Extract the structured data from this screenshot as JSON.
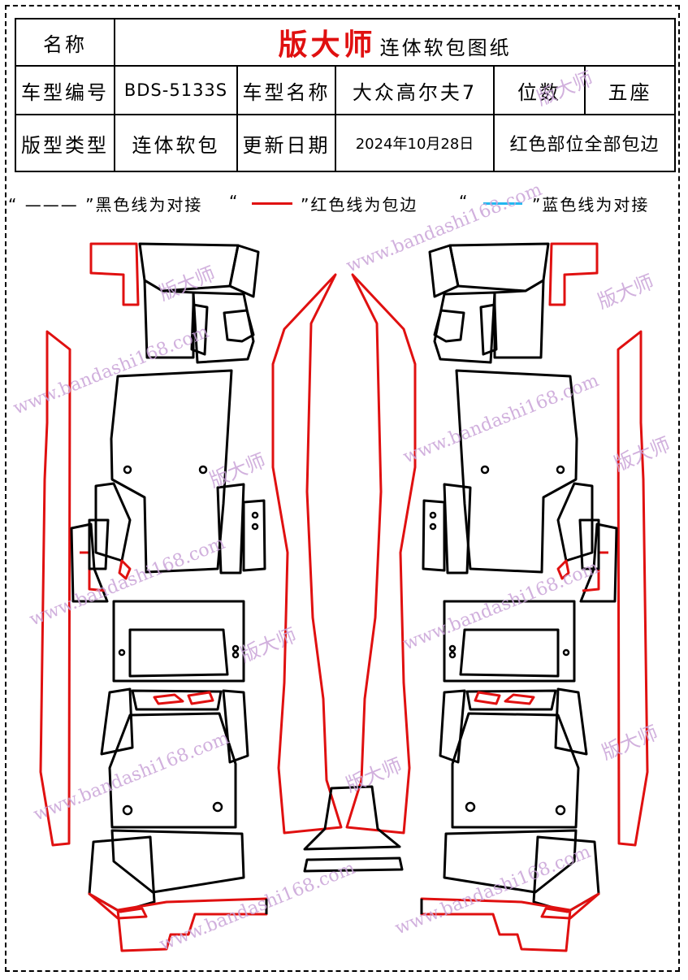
{
  "header": {
    "name_label": "名称",
    "brand": "版大师",
    "brand_sub": "连体软包图纸",
    "model_code_label": "车型编号",
    "model_code": "BDS-5133S",
    "model_name_label": "车型名称",
    "model_name": "大众高尔夫7",
    "seats_label": "位数",
    "seats": "五座",
    "pattern_type_label": "版型类型",
    "pattern_type": "连体软包",
    "update_date_label": "更新日期",
    "update_date": "2024年10月28日",
    "note": "红色部位全部包边"
  },
  "legend": {
    "black_text": "“ ——— ”黑色线为对接",
    "red_open": "“",
    "red_close": "”红色线为包边",
    "blue_open": "“",
    "blue_close": "”蓝色线为对接",
    "colors": {
      "black": "#000000",
      "red": "#e01010",
      "blue": "#22b8f0"
    }
  },
  "watermark": {
    "url": "www.bandashi168.com",
    "brand": "版大师"
  }
}
